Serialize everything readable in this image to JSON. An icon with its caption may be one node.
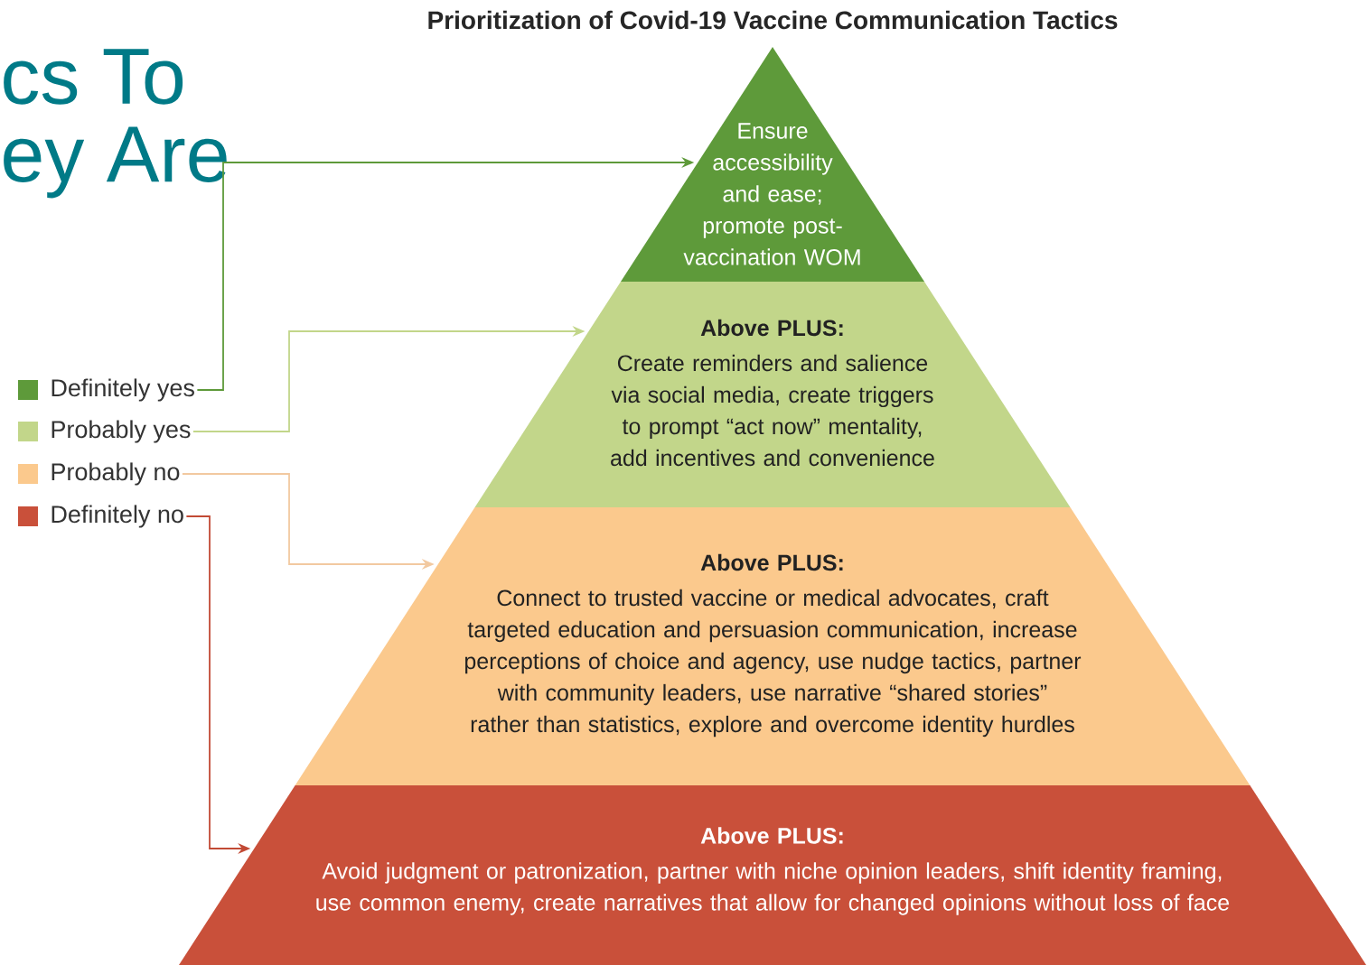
{
  "diagram": {
    "title": "Prioritization of Covid-19 Vaccine Communication Tactics",
    "nodes": [
      {
        "text": [
          "Ensure accessibility and ease; promote post-vaccination WOM"
        ]
      },
      {
        "text": [
          "Above PLUS:",
          "Create reminders and salience via social media, create triggers to prompt “act now” mentality, add incentives and convenience"
        ]
      },
      {
        "text": [
          "Above PLUS:",
          "Connect to trusted vaccine or medical advocates, craft targeted education and persuasion communication, increase perceptions of choice and agency, use nudge tactics, partner with community leaders, use narrative “shared stories” rather than statistics, explore and overcome identity hurdles"
        ]
      },
      {
        "text": [
          "Above PLUS:",
          "Avoid judgment or patronization, partner with niche opinion leaders, shift identity framing, use common enemy, create narratives that allow for changed opinions without loss of face"
        ]
      },
      {
        "text": [
          "Definitely yes"
        ]
      },
      {
        "text": [
          "Probably yes"
        ]
      },
      {
        "text": [
          "Probably no"
        ]
      },
      {
        "text": [
          "Definitely no"
        ]
      }
    ],
    "edges": [
      {
        "from": 4,
        "to": 0,
        "arrow": "to",
        "color": "#5e9a3a"
      },
      {
        "from": 5,
        "to": 1,
        "arrow": "to",
        "color": "#c2d68a"
      },
      {
        "from": 6,
        "to": 2,
        "arrow": "to",
        "color": "#f2c9a0"
      },
      {
        "from": 7,
        "to": 3,
        "arrow": "to",
        "color": "#c24a35"
      }
    ],
    "labels": [
      "cs To",
      "ey Are"
    ]
  }
}
